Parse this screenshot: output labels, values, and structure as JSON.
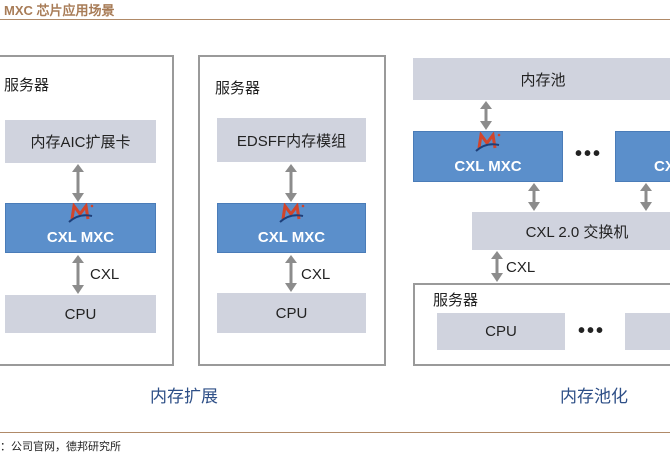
{
  "header": {
    "title": "MXC 芯片应用场景"
  },
  "left": {
    "server_label": "服务器",
    "card": "内存AIC扩展卡",
    "mxc": "CXL MXC",
    "link": "CXL",
    "cpu": "CPU",
    "caption": "内存扩展"
  },
  "middle": {
    "server_label": "服务器",
    "card": "EDSFF内存模组",
    "mxc": "CXL MXC",
    "link": "CXL",
    "cpu": "CPU"
  },
  "right": {
    "pool": "内存池",
    "mxc1": "CXL MXC",
    "mxc2": "CX",
    "ellipsis": "•••",
    "switch": "CXL 2.0 交换机",
    "link": "CXL",
    "server_label": "服务器",
    "cpu": "CPU",
    "caption": "内存池化"
  },
  "footer": {
    "source": "：公司官网，德邦研究所"
  },
  "colors": {
    "accent": "#a87c57",
    "mxc_blue": "#5b8fcb",
    "gray_box": "#d0d3de",
    "caption": "#2e4f87"
  }
}
